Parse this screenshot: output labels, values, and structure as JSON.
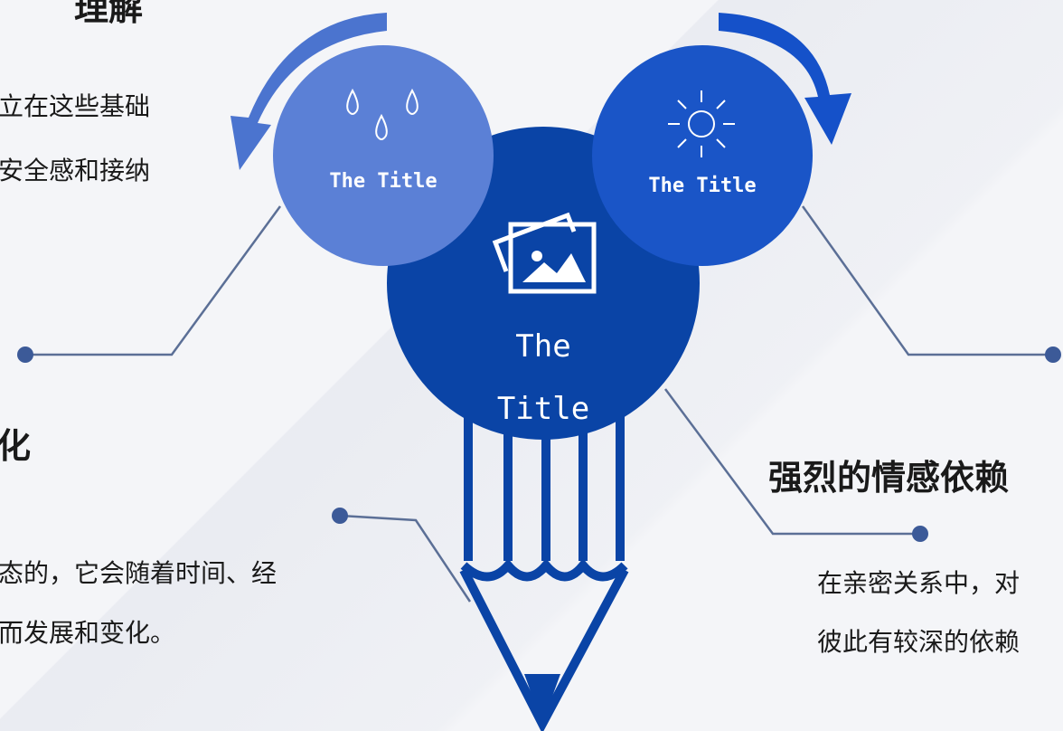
{
  "left_top": {
    "heading": "理解",
    "lines": [
      "立在这些基础",
      "安全感和接纳"
    ]
  },
  "left_bottom": {
    "heading": "化",
    "lines": [
      "态的，它会随着时间、经",
      "而发展和变化。"
    ]
  },
  "right_bottom": {
    "heading": "强烈的情感依赖",
    "lines": [
      "在亲密关系中，对",
      "彼此有较深的依赖"
    ]
  },
  "circles": {
    "left": {
      "label": "The Title",
      "icon": "water-drops-icon"
    },
    "right": {
      "label": "The Title",
      "icon": "sun-icon"
    },
    "center": {
      "label_line1": "The",
      "label_line2": "Title",
      "icon": "picture-icon"
    }
  },
  "colors": {
    "dark_blue": "#0a44a6",
    "mid_blue": "#1a55c7",
    "light_blue": "#5b80d6",
    "line_gray_blue": "#5b6f96",
    "text": "#1a1a1a"
  }
}
